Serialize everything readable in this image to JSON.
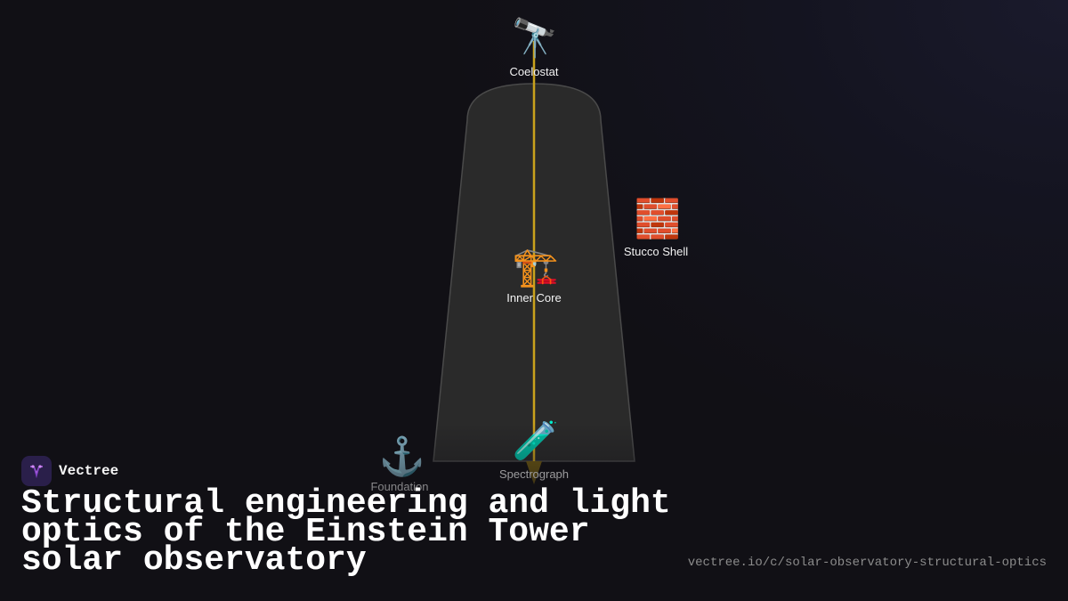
{
  "diagram": {
    "nodes": {
      "coelostat": {
        "label": "Coelostat",
        "icon": "telescope-icon",
        "glyph": "🔭"
      },
      "stucco_shell": {
        "label": "Stucco Shell",
        "icon": "brick-icon",
        "glyph": "🧱"
      },
      "inner_core": {
        "label": "Inner Core",
        "icon": "crane-icon",
        "glyph": "🏗️"
      },
      "foundation": {
        "label": "Foundation",
        "icon": "anchor-icon",
        "glyph": "⚓"
      },
      "spectrograph": {
        "label": "Spectrograph",
        "icon": "test-tube-icon",
        "glyph": "🧪"
      }
    },
    "colors": {
      "tower_fill": "#2a2a2a",
      "tower_stroke": "#4a4a4a",
      "light_path": "#c9a21c"
    }
  },
  "brand": {
    "name": "Vectree",
    "logo_color": "#b565e8"
  },
  "title": "Structural engineering and light optics of the Einstein Tower solar observatory",
  "url": "vectree.io/c/solar-observatory-structural-optics"
}
